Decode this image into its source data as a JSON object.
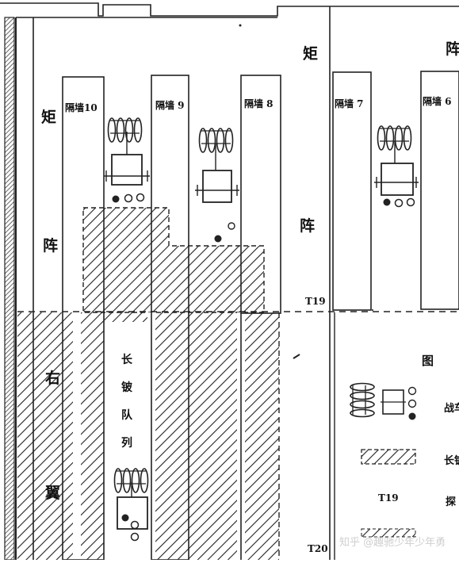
{
  "formations": {
    "left_top": "矩",
    "left_mid": "阵",
    "right_top": "矩",
    "right_top2": "阵",
    "right_mid": "阵",
    "right_wing_a": "右",
    "right_wing_b": "翼"
  },
  "walls": [
    {
      "id": "w10",
      "label": "隔墙10"
    },
    {
      "id": "w9",
      "label": "隔墙 9"
    },
    {
      "id": "w8",
      "label": "隔墙 8"
    },
    {
      "id": "w7",
      "label": "隔墙 7"
    },
    {
      "id": "w6",
      "label": "隔墙 6"
    }
  ],
  "column_label": [
    "长",
    "铍",
    "队",
    "列"
  ],
  "markers": {
    "t19": "T19",
    "t20": "T20"
  },
  "legend": {
    "title": "图",
    "t19": "T19",
    "item_chariot": "战车",
    "item_column": "长铍",
    "item_pit": "探"
  },
  "watermark": "知乎 @趣驰少年少年勇"
}
